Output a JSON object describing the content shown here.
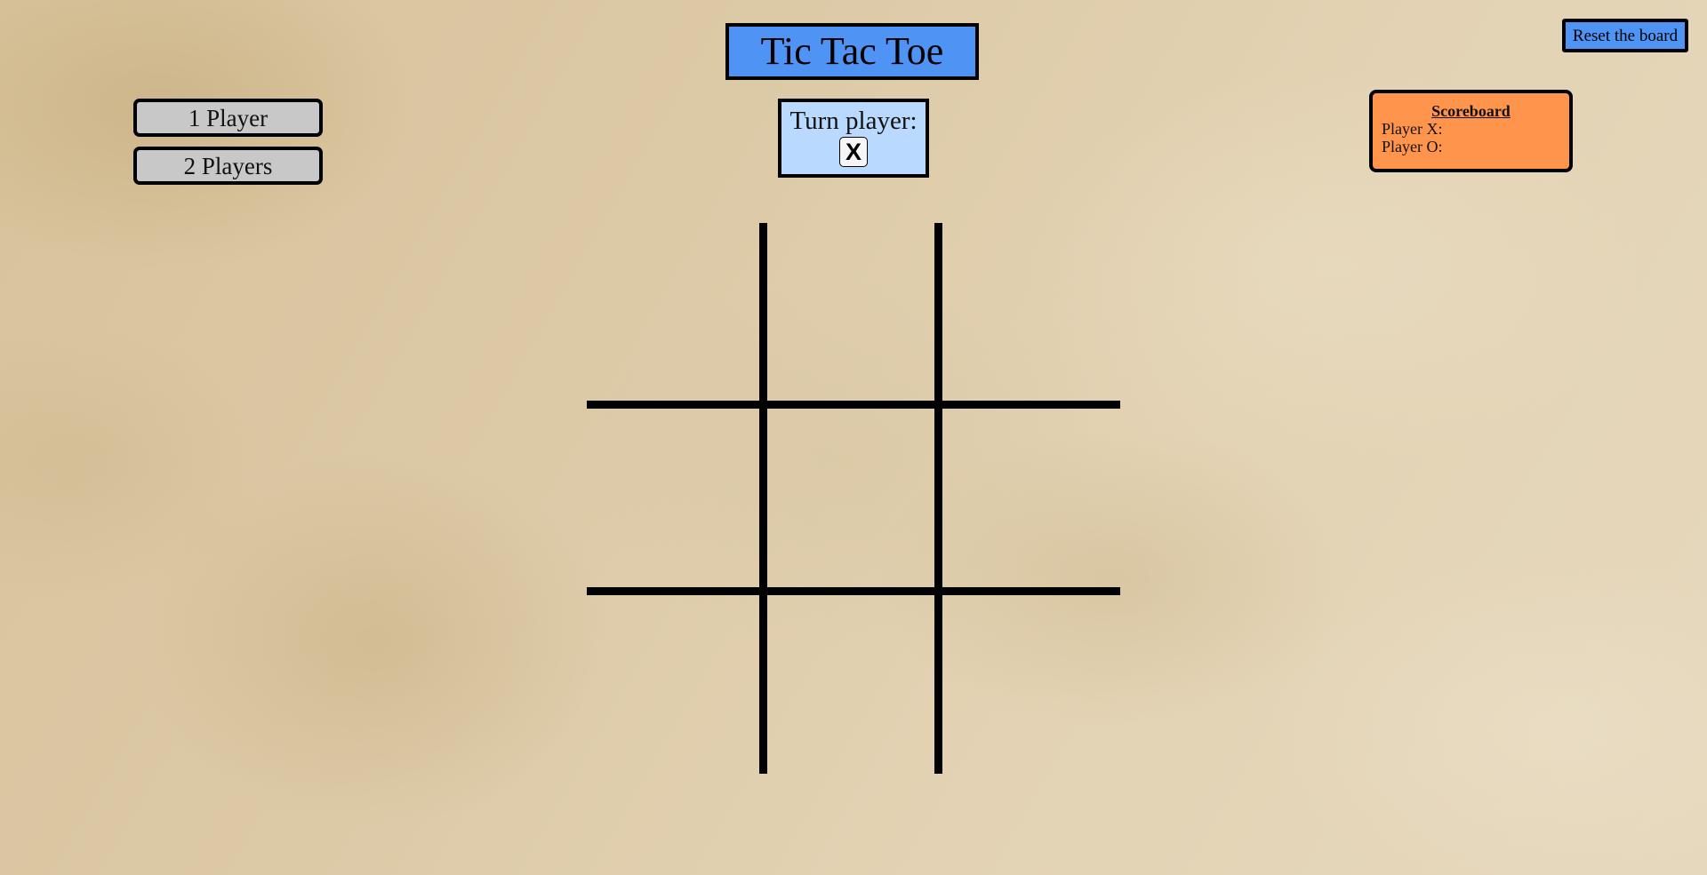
{
  "title": "Tic Tac Toe",
  "mode_buttons": [
    {
      "label": "1 Player"
    },
    {
      "label": "2 Players"
    }
  ],
  "turn": {
    "label": "Turn player:",
    "current": "X"
  },
  "reset_button": {
    "label": "Reset the board"
  },
  "scoreboard": {
    "title": "Scoreboard",
    "rows": [
      {
        "label": "Player X:",
        "score": ""
      },
      {
        "label": "Player O:",
        "score": ""
      }
    ]
  },
  "board": {
    "cells": [
      "",
      "",
      "",
      "",
      "",
      "",
      "",
      "",
      ""
    ]
  },
  "colors": {
    "title_bg": "#4f94f5",
    "turn_bg": "#b9d9ff",
    "scoreboard_bg": "#ff944d",
    "mode_button_bg": "#c8c8c8",
    "grid_line": "#000000"
  }
}
